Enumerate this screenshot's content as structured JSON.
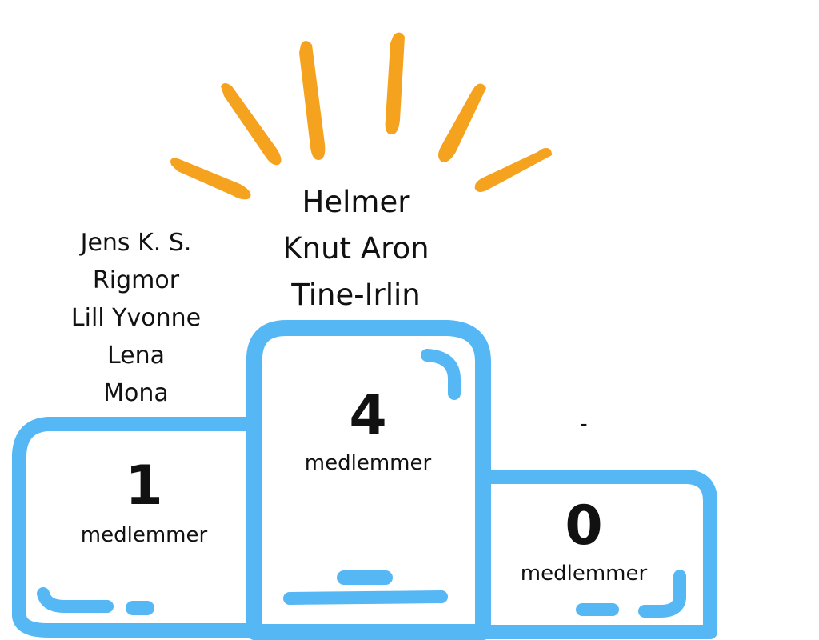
{
  "colors": {
    "podium": "#55b8f5",
    "rays": "#f5a21f",
    "text": "#111111"
  },
  "podium": {
    "first": {
      "names": [
        "Helmer",
        "Knut Aron",
        "Tine-Irlin"
      ],
      "count": "4",
      "unit": "medlemmer"
    },
    "second": {
      "names": [
        "Jens K. S.",
        "Rigmor",
        "Lill Yvonne",
        "Lena",
        "Mona"
      ],
      "count": "1",
      "unit": "medlemmer"
    },
    "third": {
      "names": [
        "-"
      ],
      "count": "0",
      "unit": "medlemmer"
    }
  },
  "decorations": {
    "sunburst": "sun-rays-icon"
  }
}
